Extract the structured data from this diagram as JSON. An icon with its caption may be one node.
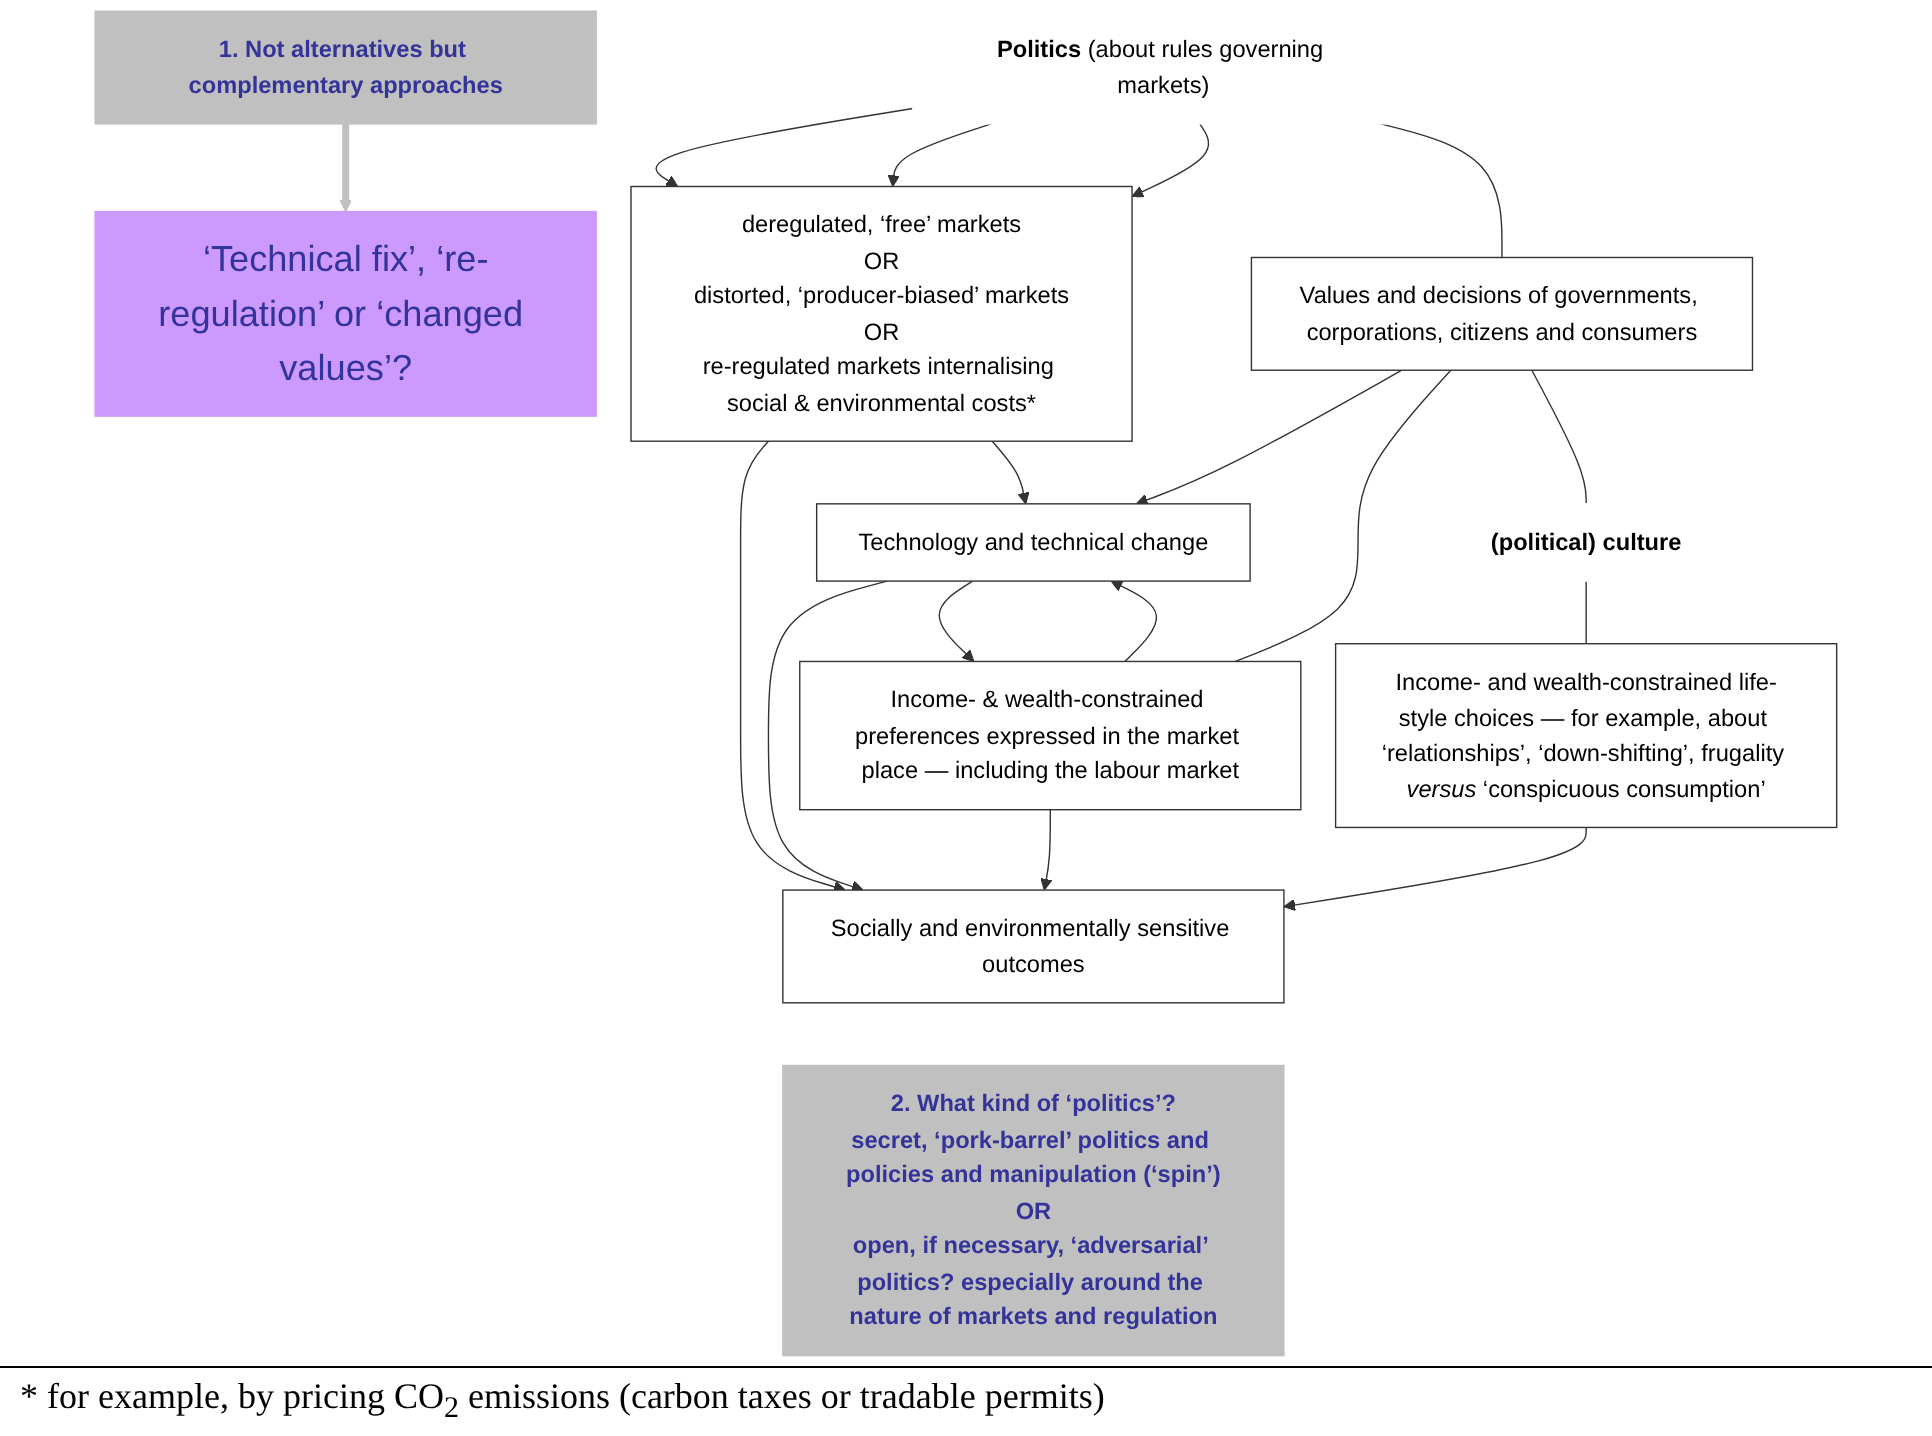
{
  "diagram": {
    "nodes": [
      {
        "text": [
          "‘Technical fix’, ‘re-regulation’ or ‘changed values’?"
        ]
      },
      {
        "text": [
          "deregulated, ‘free’ markets",
          "OR",
          "distorted, ‘producer-biased’ markets",
          "OR",
          "re-regulated markets internalising social & environmental costs*"
        ]
      },
      {
        "text": [
          "1. Not alternatives but complementary approaches"
        ]
      },
      {
        "text": [
          "**Politics** (about rules governing markets)"
        ]
      },
      {
        "text": [
          "Values and decisions of governments, corporations, citizens and consumers"
        ]
      },
      {
        "text": [
          "Technology and technical change"
        ]
      },
      {
        "text": [
          "Socially and environmentally sensitive outcomes"
        ]
      },
      {
        "text": [
          "Income- & wealth-constrained preferences expressed in the market place — including the labour market"
        ]
      },
      {
        "text": [
          "(political) culture"
        ]
      },
      {
        "text": [
          "2. What kind of ‘politics’?",
          "secret, ‘pork-barrel’ politics and policies and manipulation (‘spin’)",
          "OR",
          "open, if necessary, ‘adversarial’ politics? especially around the nature of markets and regulation"
        ]
      },
      {
        "text": [
          "Income- and wealth-constrained life-style choices — for example, about ‘relationships’, ‘down-shifting’, frugality *versus* ‘conspicuous consumption’"
        ]
      }
    ],
    "edges": [
      {
        "from": 2,
        "to": 0,
        "arrow": "to",
        "style": "thick",
        "color": "#c0c0c0"
      },
      {
        "from": 3,
        "to": 1,
        "arrow": "to"
      },
      {
        "from": 3,
        "to": 1,
        "arrow": "to"
      },
      {
        "from": 3,
        "to": 1,
        "arrow": "to"
      },
      {
        "from": 3,
        "to": 4,
        "arrow": "none"
      },
      {
        "from": 1,
        "to": 6,
        "arrow": "to"
      },
      {
        "from": 1,
        "to": 5,
        "arrow": "to"
      },
      {
        "from": 4,
        "to": 5,
        "arrow": "to"
      },
      {
        "from": 4,
        "to": 7,
        "arrow": "none"
      },
      {
        "from": 5,
        "to": 6,
        "arrow": "to"
      },
      {
        "from": 5,
        "to": 7,
        "arrow": "to"
      },
      {
        "from": 7,
        "to": 5,
        "arrow": "to"
      },
      {
        "from": 7,
        "to": 6,
        "arrow": "to"
      },
      {
        "from": 10,
        "to": 6,
        "arrow": "to"
      },
      {
        "from": 4,
        "to": 8,
        "arrow": "none"
      },
      {
        "from": 8,
        "to": 10,
        "arrow": "none"
      }
    ],
    "labels": [
      "* for example, by pricing CO$_{2}$ emissions (carbon taxes or tradable permits)"
    ]
  }
}
